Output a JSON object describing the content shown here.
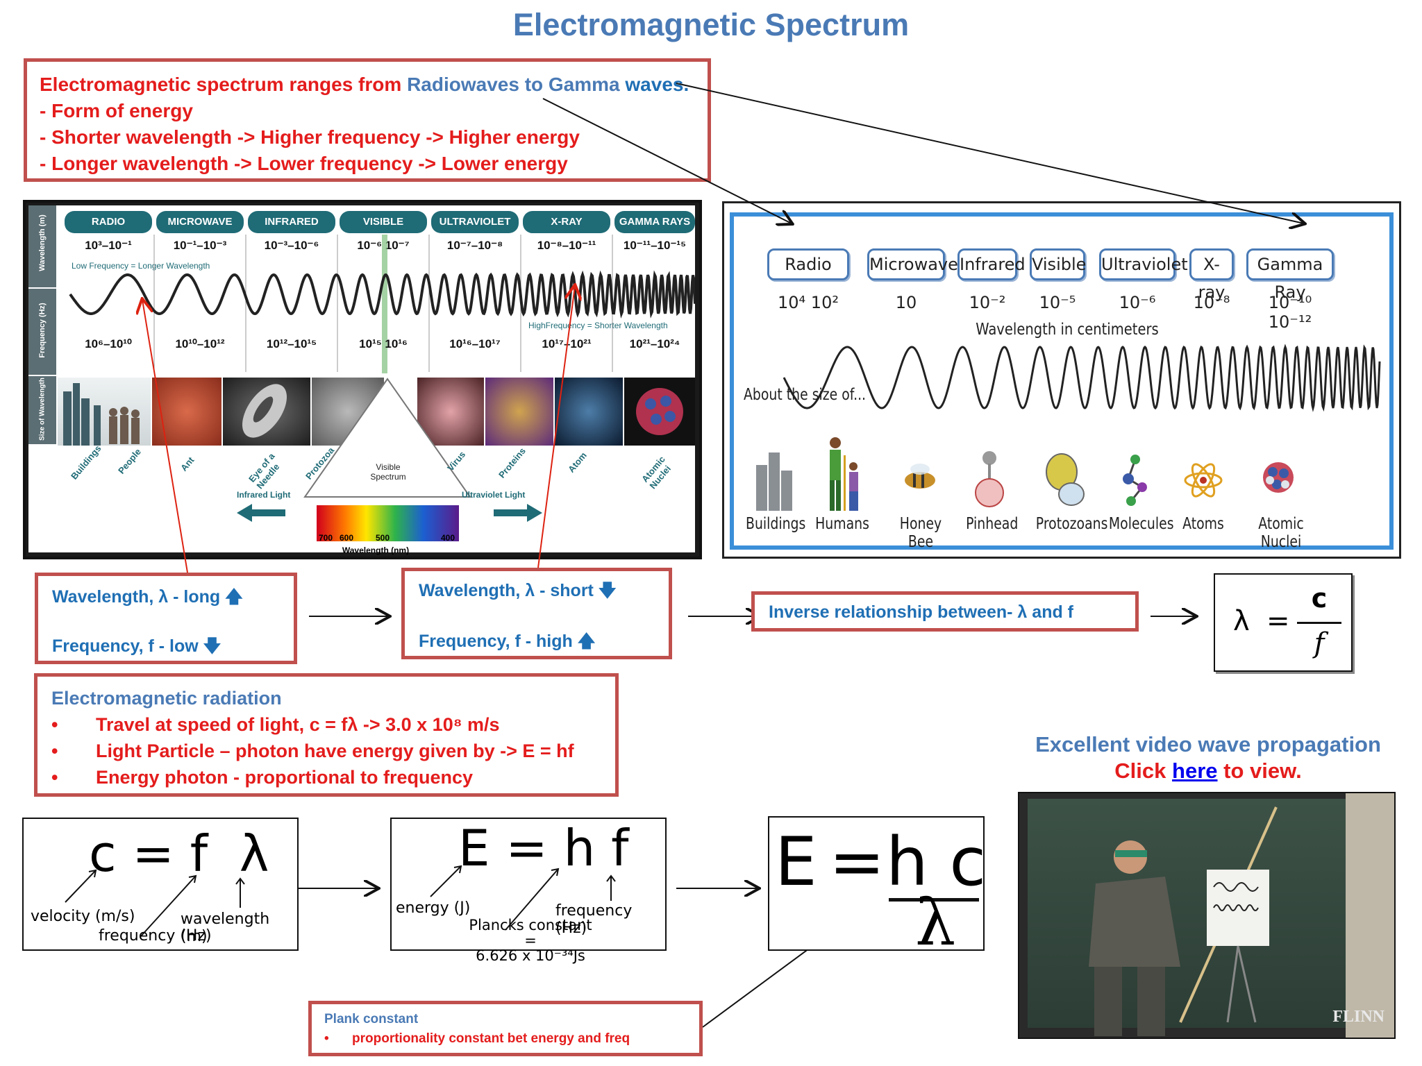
{
  "title": "Electromagnetic Spectrum",
  "intro": {
    "line1_a": "Electromagnetic spectrum ranges from",
    "line1_b": "Radiowaves to Gamma",
    "line1_c": "waves.",
    "bullets": [
      "- Form of energy",
      "- Shorter wavelength -> Higher frequency -> Higher energy",
      "- Longer wavelength -> Lower frequency -> Lower energy"
    ]
  },
  "left_panel": {
    "side_labels": [
      "Wavelength (m)",
      "Frequency (Hz)",
      "Size of Wavelength"
    ],
    "bands": [
      {
        "name": "RADIO",
        "wavelength": "10³–10⁻¹",
        "frequency": "10⁶–10¹⁰"
      },
      {
        "name": "MICROWAVE",
        "wavelength": "10⁻¹–10⁻³",
        "frequency": "10¹⁰–10¹²"
      },
      {
        "name": "INFRARED",
        "wavelength": "10⁻³–10⁻⁶",
        "frequency": "10¹²–10¹⁵"
      },
      {
        "name": "VISIBLE",
        "wavelength": "10⁻⁶ 10⁻⁷",
        "frequency": "10¹⁵ 10¹⁶"
      },
      {
        "name": "ULTRAVIOLET",
        "wavelength": "10⁻⁷–10⁻⁸",
        "frequency": "10¹⁶–10¹⁷"
      },
      {
        "name": "X-RAY",
        "wavelength": "10⁻⁸–10⁻¹¹",
        "frequency": "10¹⁷–10²¹"
      },
      {
        "name": "GAMMA RAYS",
        "wavelength": "10⁻¹¹–10⁻¹⁵",
        "frequency": "10²¹–10²⁴"
      }
    ],
    "low_note": "Low Frequency = Longer Wavelength",
    "high_note": "HighFrequency = Shorter Wavelength",
    "size_captions": [
      "Buildings",
      "People",
      "Ant",
      "Eye of a Needle",
      "Protozoa",
      "Virus",
      "Proteins",
      "Atom",
      "Atomic Nuclei"
    ],
    "visible_spectrum": "Visible Spectrum",
    "infrared_light": "Infrared Light",
    "ultraviolet_light": "Ultraviolet Light",
    "nm_ticks": [
      "700",
      "600",
      "500",
      "400"
    ],
    "nm_label": "Wavelength (nm)"
  },
  "right_panel": {
    "bands": [
      "Radio",
      "Microwave",
      "Infrared",
      "Visible",
      "Ultraviolet",
      "X-ray",
      "Gamma Ray"
    ],
    "powers": [
      "10⁴  10²",
      "10",
      "10⁻²",
      "10⁻⁵",
      "10⁻⁶",
      "10⁻⁸",
      "10⁻¹⁰  10⁻¹²"
    ],
    "wavelength_label": "Wavelength in centimeters",
    "about_label": "About the size of...",
    "objects": [
      "Buildings",
      "Humans",
      "Honey Bee",
      "Pinhead",
      "Protozoans",
      "Molecules",
      "Atoms",
      "Atomic Nuclei"
    ]
  },
  "long_box": {
    "wavelength": "Wavelength, λ -  long",
    "frequency": "Frequency, f    -  low"
  },
  "short_box": {
    "wavelength": "Wavelength, λ  - short",
    "frequency": "Frequency, f     -  high"
  },
  "inverse_box": {
    "text": "Inverse relationship between-  λ and f"
  },
  "lambda_formula": {
    "lhs": "λ",
    "eq": "=",
    "num": "c",
    "den": "f"
  },
  "em_radiation": {
    "heading": "Electromagnetic radiation",
    "bullets": [
      "Travel at speed of light, c = fλ -> 3.0 x 10⁸ m/s",
      "Light Particle – photon have energy given by -> E = hf",
      "Energy photon - proportional to frequency"
    ]
  },
  "formula1": {
    "eq": "c = f  λ",
    "velocity": "velocity (m/s)",
    "frequency": "frequency (Hz)",
    "wavelength": "wavelength (m)"
  },
  "formula2": {
    "eq": "E = h f",
    "energy": "energy (J)",
    "frequency": "frequency (Hz)",
    "plancks1": "Plancks constant =",
    "plancks2": "6.626 x 10⁻³⁴Js"
  },
  "formula3": {
    "lhs": "E",
    "eq": "=",
    "num": "h c",
    "den": "λ"
  },
  "plank_box": {
    "heading": "Plank constant",
    "bullet": "proportionality constant bet energy and freq"
  },
  "video": {
    "line1": "Excellent video wave propagation",
    "click": "Click",
    "link": "here",
    "after": "to view.",
    "watermark": "FLINN"
  },
  "colors": {
    "red": "#e41c1c",
    "blue": "#1f6fb4",
    "steel": "#4a7ab5",
    "box_border": "#c0504d",
    "band_header": "#1f6b76"
  }
}
